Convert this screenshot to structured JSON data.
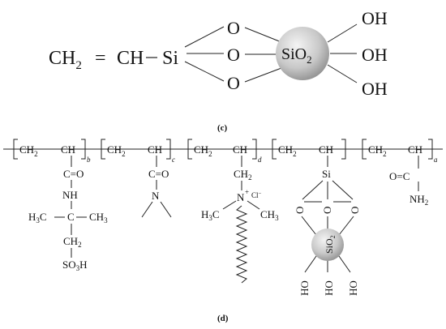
{
  "top": {
    "ch2": "CH",
    "ch2_sub": "2",
    "eq": "=",
    "ch": "CH",
    "dash": "–",
    "si": "Si",
    "o1": "O",
    "o2": "O",
    "o3": "O",
    "sio2": "SiO",
    "sio2_sub": "2",
    "oh1": "OH",
    "oh2": "OH",
    "oh3": "OH",
    "caption": "(c)"
  },
  "bottom": {
    "caption": "(d)",
    "ch2": "CH",
    "sub2": "2",
    "ch": "CH",
    "sub_b": "b",
    "sub_c": "c",
    "sub_d": "d",
    "sub_a": "a",
    "c_o": "C=O",
    "nh": "NH",
    "h3c": "H",
    "c_quat": "C",
    "ch3_r": "CH",
    "ch2_low": "CH",
    "so3h": "SO",
    "so3h_h": "H",
    "n": "N",
    "n_plus": "+",
    "cl": "Cl",
    "cl_minus": "−",
    "ch3": "CH",
    "si": "Si",
    "o": "O",
    "ho": "HO",
    "nh2": "NH",
    "oeq": "O=C"
  },
  "colors": {
    "sphere_light": "#f2f2f2",
    "sphere_dark": "#8a8a8a",
    "ink": "#111111"
  }
}
